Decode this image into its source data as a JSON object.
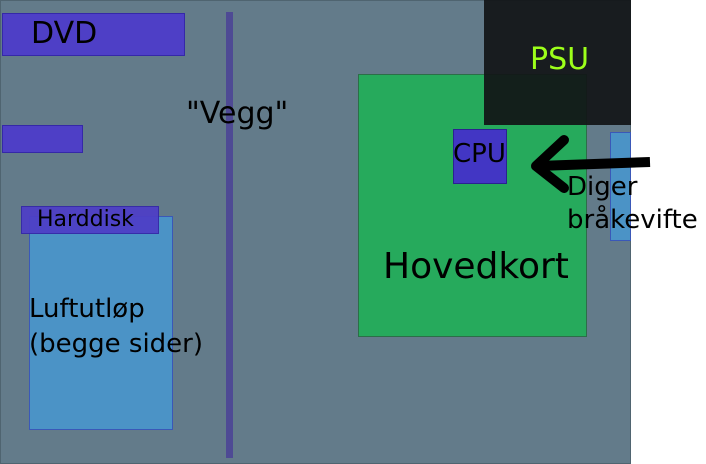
{
  "labels": {
    "dvd": "DVD",
    "vegg": "\"Vegg\"",
    "psu": "PSU",
    "cpu": "CPU",
    "fan_line1": "Diger",
    "fan_line2": "bråkevifte",
    "harddisk": "Harddisk",
    "mainboard": "Hovedkort",
    "airflow_line1": "Luftutløp",
    "airflow_line2": "(begge sider)"
  },
  "colors": {
    "case": "#637b8a",
    "drive_bay": "#4e3fc6",
    "mainboard": "#26aa5c",
    "psu": "#111316",
    "psu_text": "#9dff1a",
    "airflow": "#4b93c6",
    "arrow": "#000000"
  }
}
